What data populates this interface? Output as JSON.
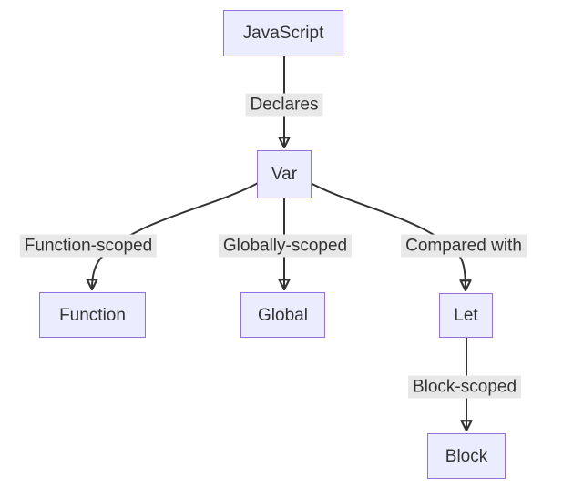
{
  "diagram": {
    "type": "flowchart",
    "direction": "top-down",
    "nodes": [
      {
        "id": "javascript",
        "label": "JavaScript"
      },
      {
        "id": "var",
        "label": "Var"
      },
      {
        "id": "function",
        "label": "Function"
      },
      {
        "id": "global",
        "label": "Global"
      },
      {
        "id": "let",
        "label": "Let"
      },
      {
        "id": "block",
        "label": "Block"
      }
    ],
    "edges": [
      {
        "from": "JavaScript",
        "to": "Var",
        "label": "Declares"
      },
      {
        "from": "Var",
        "to": "Function",
        "label": "Function-scoped"
      },
      {
        "from": "Var",
        "to": "Global",
        "label": "Globally-scoped"
      },
      {
        "from": "Var",
        "to": "Let",
        "label": "Compared with"
      },
      {
        "from": "Let",
        "to": "Block",
        "label": "Block-scoped"
      }
    ],
    "colors": {
      "node_fill": "#ECECFF",
      "node_border": "#9370DB",
      "edge": "#333333",
      "edge_label_bg": "#e8e8e8",
      "text": "#333333",
      "background": "#ffffff"
    }
  }
}
